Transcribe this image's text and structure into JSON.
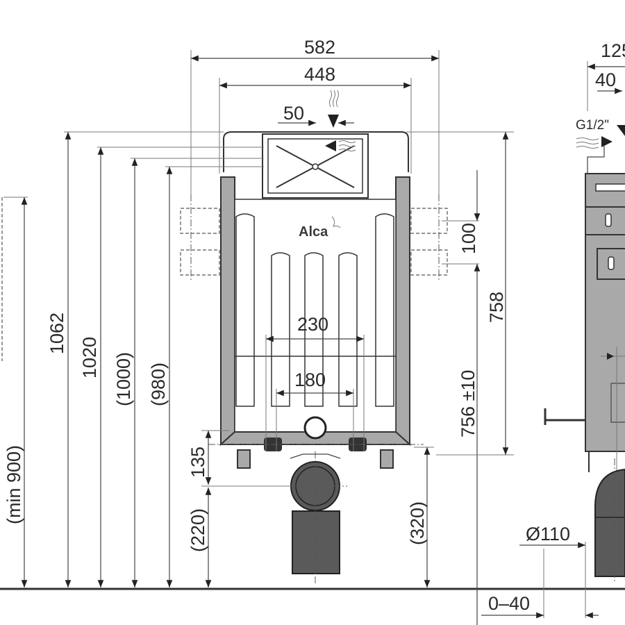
{
  "drawing": {
    "brand": "Alca",
    "colors": {
      "frame": "#a9a9a9",
      "pipe": "#5a5a5a",
      "line": "#444444",
      "floor": "#333333"
    },
    "front_view": {
      "width_outer": "582",
      "width_inner": "448",
      "water_inlet_offset": "50",
      "mount_spacing_outer": "230",
      "mount_spacing_inner": "180",
      "height_total": "1062",
      "height_1020": "1020",
      "height_1000": "(1000)",
      "height_980": "(980)",
      "min_height": "(min 900)",
      "drain_height_135": "135",
      "drain_height_220": "(220)",
      "foot_height_320": "(320)"
    },
    "side_view": {
      "depth_125": "125",
      "inlet_offset_40": "40",
      "thread": "G1/2\"",
      "bracket_spacing": "100",
      "height_758": "758",
      "height_756": "756 ±10",
      "drain_diameter": "Ø110",
      "wall_gap": "0–40"
    }
  }
}
